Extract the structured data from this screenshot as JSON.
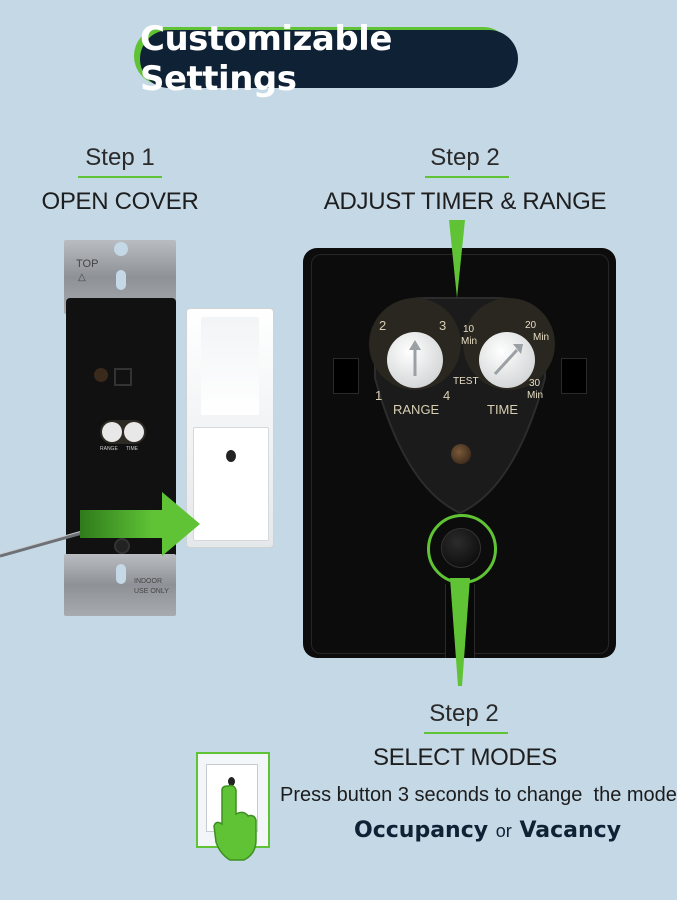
{
  "title": "Customizable Settings",
  "step1": {
    "label": "Step 1",
    "action": "OPEN COVER"
  },
  "step2_top": {
    "label": "Step 2",
    "action": "ADJUST TIMER & RANGE"
  },
  "step2_bottom": {
    "label": "Step 2",
    "action": "SELECT MODES",
    "description": "Press button 3 seconds to change  the mode",
    "mode_a": "Occupancy",
    "connector": "or",
    "mode_b": "Vacancy"
  },
  "device": {
    "plate_top_text": "TOP",
    "plate_bottom_line1": "INDOOR",
    "plate_bottom_line2": "USE ONLY",
    "small_range": "RANGE",
    "small_time": "TIME"
  },
  "range_dial": {
    "label": "RANGE",
    "ticks": [
      "1",
      "2",
      "3",
      "4"
    ]
  },
  "time_dial": {
    "label": "TIME",
    "test": "TEST",
    "ticks": [
      "10",
      "Min",
      "20",
      "Min",
      "30",
      "Min"
    ]
  },
  "colors": {
    "accent": "#5fc335",
    "navy": "#0f2135",
    "background": "#c4d8e6"
  }
}
